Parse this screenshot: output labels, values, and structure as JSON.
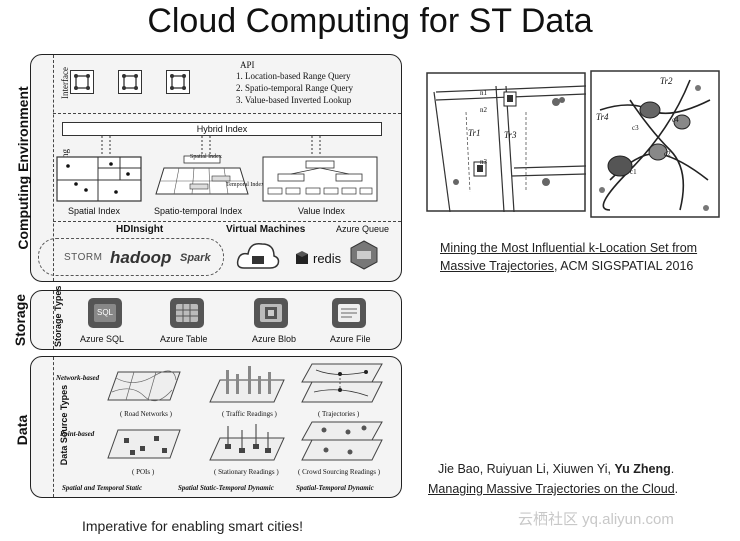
{
  "title": "Cloud Computing for ST Data",
  "diagram": {
    "computing_env_label": "Computing Environment",
    "interface": {
      "label": "Interface",
      "api_title": "API",
      "api_items": [
        "1. Location-based Range Query",
        "2. Spatio-temporal Range Query",
        "3. Value-based Inverted Lookup"
      ]
    },
    "indexing": {
      "label": "Indexing",
      "hybrid_index": "Hybrid Index",
      "spatial_index": "Spatial Index",
      "st_index": "Spatio-temporal Index",
      "value_index": "Value Index",
      "st_inner_top": "Spatial Index",
      "st_inner_side": "Temporal Index"
    },
    "platforms": {
      "hdinsight": "HDInsight",
      "virtual_machines": "Virtual Machines",
      "azure_queue": "Azure Queue",
      "storm": "STORM",
      "hadoop": "hadoop",
      "spark": "Spark",
      "redis": "redis"
    },
    "storage": {
      "label": "Storage",
      "types_label": "Storage Types",
      "sql": "Azure SQL",
      "table": "Azure Table",
      "blob": "Azure Blob",
      "file": "Azure File",
      "sql_icon_text": "SQL"
    },
    "data": {
      "label": "Data",
      "types_label": "Data Source Types",
      "network_based": "Network-based",
      "point_based": "Point-based",
      "road_networks": "( Road Networks )",
      "traffic_readings": "( Traffic Readings )",
      "trajectories": "( Trajectories )",
      "pois": "( POIs )",
      "stationary_readings": "( Stationary Readings )",
      "crowd_sourcing": "( Crowd Sourcing Readings )",
      "col1": "Spatial and Temporal Static",
      "col2": "Spatial Static-Temporal Dynamic",
      "col3": "Spatial-Temporal Dynamic"
    }
  },
  "footer_left": "Imperative for enabling smart cities!",
  "right": {
    "paper1_line1": "Mining the Most Influential k-Location Set from",
    "paper1_line2a": "Massive Trajectories",
    "paper1_line2b": ", ACM SIGSPATIAL 2016",
    "authors": "Jie Bao, Ruiyuan Li, Xiuwen Yi,",
    "author_bold": "Yu Zheng",
    "authors_end": ".",
    "paper2": "Managing Massive Trajectories on the Cloud",
    "paper2_end": ".",
    "map_labels": {
      "n1": "n1",
      "n2": "n2",
      "n3": "n3",
      "tr1": "Tr1",
      "tr2": "Tr2",
      "tr3": "Tr3",
      "tr4": "Tr4",
      "c1": "c1",
      "c2": "c2",
      "c3": "c3",
      "c4": "c4"
    }
  },
  "watermark": "云栖社区 yq.aliyun.com"
}
